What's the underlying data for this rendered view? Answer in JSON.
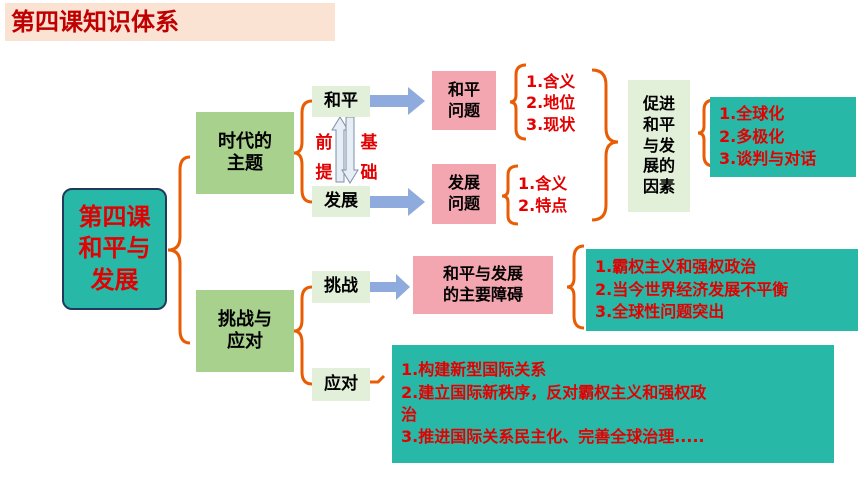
{
  "title": "第四课知识体系",
  "root": {
    "line1": "第四课",
    "line2": "和平与",
    "line3": "发展"
  },
  "theme": {
    "label_line1": "时代的",
    "label_line2": "主题",
    "peace": "和平",
    "development": "发展",
    "premise_chars": [
      "前",
      "提"
    ],
    "basis_chars": [
      "基",
      "础"
    ],
    "peace_issue": {
      "line1": "和平",
      "line2": "问题"
    },
    "peace_points": [
      "1.含义",
      "2.地位",
      "3.现状"
    ],
    "dev_issue": {
      "line1": "发展",
      "line2": "问题"
    },
    "dev_points": [
      "1.含义",
      "2.特点"
    ],
    "factors_chars": [
      "促进",
      "和平",
      "与发",
      "展的",
      "因素"
    ],
    "factor_items": [
      "1.全球化",
      "2.多极化",
      "3.谈判与对话"
    ]
  },
  "challenge": {
    "label_line1": "挑战与",
    "label_line2": "应对",
    "challenge_label": "挑战",
    "obstacles": {
      "line1": "和平与发展",
      "line2": "的主要障碍"
    },
    "obstacle_items": [
      "1.霸权主义和强权政治",
      "2.当今世界经济发展不平衡",
      "3.全球性问题突出"
    ],
    "response_label": "应对",
    "response_items": [
      "1.构建新型国际关系",
      "2.建立国际新秩序，反对霸权主义和强权政",
      "治",
      "3.推进国际关系民主化、完善全球治理....."
    ]
  },
  "colors": {
    "brace": "#e85d04",
    "arrow": "#8faadc",
    "teal": "#27b8a8",
    "green": "#a9d18e",
    "light_green": "#e2efd9",
    "pink": "#f4a6b0",
    "red_text": "#e30000"
  }
}
